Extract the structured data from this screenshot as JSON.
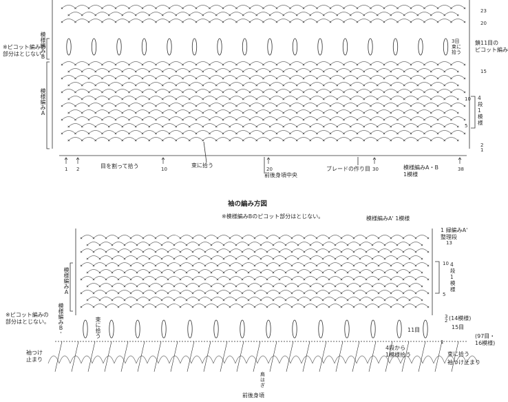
{
  "palette": {
    "ink": "#2a2a2a",
    "grid": "#6a6a6a",
    "paper": "#ffffff"
  },
  "top": {
    "left_note": "※ピコット編みの\n部分はとじない。",
    "pattern_b": "模様編みB",
    "pattern_a": "模様編みA",
    "row_numbers": [
      "23",
      "20",
      "15",
      "10",
      "5",
      "2",
      "1"
    ],
    "picot_note": "3目\n束に\n拾う",
    "chain_picot": "鎖11目の\nピコット編み",
    "repeat_4": "4\n段\n1\n模\n様",
    "stitch_numbers": [
      "1",
      "2",
      "10",
      "20",
      "30",
      "38"
    ],
    "split_pick": "目を割って拾う",
    "bundle_pick": "束に拾う",
    "braid_start": "ブレードの作り目",
    "pattern_ab_repeat": "模様編みA・B\n1模様",
    "center": "前後身頃中央"
  },
  "bottom": {
    "title": "袖の編み方図",
    "note_top": "※模様編みBのピコット部分はとじない。",
    "pattern_a_prime_repeat": "模様編みA' 1模様",
    "pattern_a_prime_1": "1 緑編みA'",
    "trim_row": "整理段",
    "row_numbers": [
      "13",
      "10",
      "5",
      "3",
      "2",
      "1"
    ],
    "repeat_4": "4\n段\n1\n模\n様",
    "left_note": "※ピコット編みの\n部分はとじない。",
    "pattern_b": "模様編みB'",
    "pattern_a": "模様編みA",
    "bundle_pick": "束に拾う",
    "fourteen_patterns": "(14模様)",
    "eleven": "11目",
    "fifteen": "15目",
    "total": "(97目・\n16模様)",
    "from_4_rows": "4段から\n1模様拾う",
    "bundle_pick2": "束に拾う",
    "sleeve_end_right": "袖つけ止まり",
    "sleeve_end_left": "袖つけ\n止まり",
    "shoulder": "肩\nは\nぎ",
    "bottom_label": "前後身頃"
  }
}
